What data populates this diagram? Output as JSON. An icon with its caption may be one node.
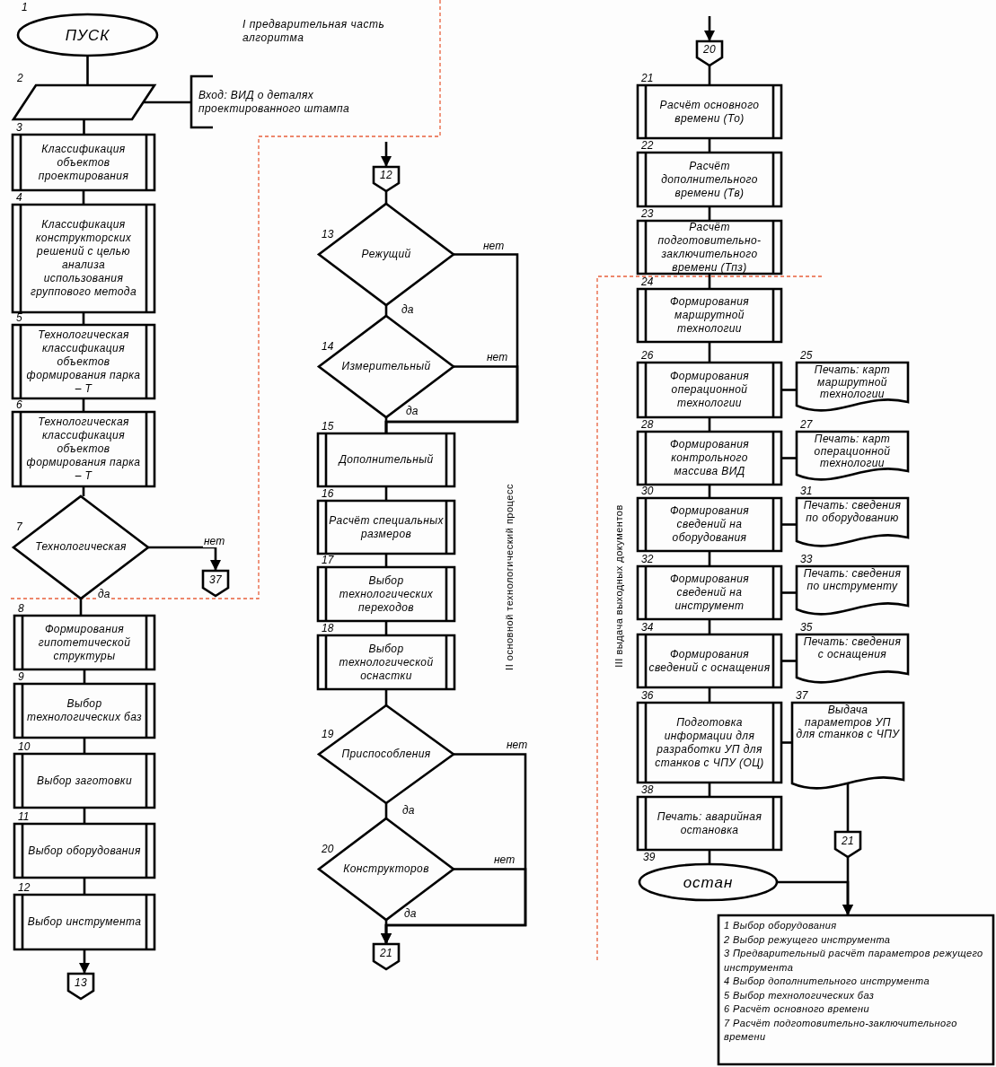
{
  "diagram": {
    "nodes": [
      {
        "text": [
          "ПУСК"
        ],
        "beside": [
          "1"
        ]
      },
      {
        "text": [],
        "shape": "parallelogram",
        "beside": [
          "2"
        ]
      },
      {
        "text": [
          "Вход: ВИД о деталях проектированного штампа"
        ]
      },
      {
        "text": [
          "Классификация объектов проектирования"
        ],
        "beside": [
          "3"
        ]
      },
      {
        "text": [
          "Классификация конструкторских решений с целью анализа использования группового метода"
        ],
        "beside": [
          "4"
        ]
      },
      {
        "text": [
          "Технологическая классификация объектов формирования парка – Т"
        ],
        "beside": [
          "5"
        ]
      },
      {
        "text": [
          "Технологическая классификация объектов формирования парка – Т"
        ],
        "beside": [
          "6"
        ]
      },
      {
        "text": [
          "Технологическая"
        ],
        "beside": [
          "7"
        ]
      },
      {
        "text": [
          "37"
        ]
      },
      {
        "text": [
          "Формирования гипотетической структуры"
        ],
        "beside": [
          "8"
        ]
      },
      {
        "text": [
          "Выбор технологических баз"
        ],
        "beside": [
          "9"
        ]
      },
      {
        "text": [
          "Выбор заготовки"
        ],
        "beside": [
          "10"
        ]
      },
      {
        "text": [
          "Выбор оборудования"
        ],
        "beside": [
          "11"
        ]
      },
      {
        "text": [
          "Выбор инструмента"
        ],
        "beside": [
          "12"
        ]
      },
      {
        "text": [
          "13"
        ]
      },
      {
        "text": [
          "12"
        ]
      },
      {
        "text": [
          "Режущий"
        ],
        "beside": [
          "13"
        ]
      },
      {
        "text": [
          "Измерительный"
        ],
        "beside": [
          "14"
        ]
      },
      {
        "text": [
          "Дополнительный"
        ],
        "beside": [
          "15"
        ]
      },
      {
        "text": [
          "Расчёт специальных размеров"
        ],
        "beside": [
          "16"
        ]
      },
      {
        "text": [
          "Выбор технологических переходов"
        ],
        "beside": [
          "17"
        ]
      },
      {
        "text": [
          "Выбор технологической оснастки"
        ],
        "beside": [
          "18"
        ]
      },
      {
        "text": [
          "Приспособления"
        ],
        "beside": [
          "19"
        ]
      },
      {
        "text": [
          "Конструкторов"
        ],
        "beside": [
          "20"
        ]
      },
      {
        "text": [
          "21"
        ]
      },
      {
        "text": [
          "20"
        ]
      },
      {
        "text": [
          "Расчёт основного времени (То)"
        ],
        "beside": [
          "21"
        ]
      },
      {
        "text": [
          "Расчёт дополнительного времени (Тв)"
        ],
        "beside": [
          "22"
        ]
      },
      {
        "text": [
          "Расчёт подготовительно-заключительного времени (Тпз)"
        ],
        "beside": [
          "23"
        ]
      },
      {
        "text": [
          "Формирования маршрутной технологии"
        ],
        "beside": [
          "24"
        ]
      },
      {
        "text": [
          "Формирования операционной технологии"
        ],
        "beside": [
          "26"
        ]
      },
      {
        "text": [
          "Печать: карт маршрутной технологии"
        ],
        "beside": [
          "25"
        ]
      },
      {
        "text": [
          "Формирования контрольного массива ВИД"
        ],
        "beside": [
          "28"
        ]
      },
      {
        "text": [
          "Печать: карт операционной технологии"
        ],
        "beside": [
          "27"
        ]
      },
      {
        "text": [
          "Формирования сведений на оборудования"
        ],
        "beside": [
          "30"
        ]
      },
      {
        "text": [
          "Печать: сведения по оборудованию"
        ],
        "beside": [
          "31"
        ]
      },
      {
        "text": [
          "Формирования сведений на инструмент"
        ],
        "beside": [
          "32"
        ]
      },
      {
        "text": [
          "Печать: сведения по инструменту"
        ],
        "beside": [
          "33"
        ]
      },
      {
        "text": [
          "Формирования сведений с оснащения"
        ],
        "beside": [
          "34"
        ]
      },
      {
        "text": [
          "Печать: сведения с оснащения"
        ],
        "beside": [
          "35"
        ]
      },
      {
        "text": [
          "Подготовка информации для разработки УП для станков с ЧПУ (ОЦ)"
        ],
        "beside": [
          "36"
        ]
      },
      {
        "text": [
          "Выдача параметров УП для станков с ЧПУ"
        ],
        "beside": [
          "37"
        ]
      },
      {
        "text": [
          "Печать: аварийная остановка"
        ],
        "beside": [
          "38"
        ]
      },
      {
        "text": [
          "остан"
        ],
        "beside": [
          "39"
        ]
      },
      {
        "text": [
          "21"
        ]
      },
      {
        "text": [
          "1 Выбор оборудования",
          "2 Выбор режущего инструмента",
          "3 Предварительный расчёт параметров режущего инструмента",
          "4 Выбор дополнительного инструмента",
          "5 Выбор технологических баз",
          "6 Расчёт основного времени",
          "7 Расчёт подготовительно-заключительного времени"
        ]
      }
    ],
    "edges": [
      {
        "from": 0,
        "to": 1,
        "arrow": "none"
      },
      {
        "from": 1,
        "to": 2,
        "arrow": "none"
      },
      {
        "from": 1,
        "to": 3,
        "arrow": "none"
      },
      {
        "from": 3,
        "to": 4,
        "arrow": "none"
      },
      {
        "from": 4,
        "to": 5,
        "arrow": "none"
      },
      {
        "from": 5,
        "to": 6,
        "arrow": "none"
      },
      {
        "from": 6,
        "to": 7,
        "arrow": "none"
      },
      {
        "from": 7,
        "to": 8,
        "arrow": "to",
        "label": "нет"
      },
      {
        "from": 7,
        "to": 9,
        "arrow": "none",
        "label": "да"
      },
      {
        "from": 9,
        "to": 10,
        "arrow": "none"
      },
      {
        "from": 10,
        "to": 11,
        "arrow": "none"
      },
      {
        "from": 11,
        "to": 12,
        "arrow": "none"
      },
      {
        "from": 12,
        "to": 13,
        "arrow": "none"
      },
      {
        "from": 13,
        "to": 14,
        "arrow": "to"
      },
      {
        "from": null,
        "to": 15,
        "arrow": "to"
      },
      {
        "from": 15,
        "to": 16,
        "arrow": "none"
      },
      {
        "from": 16,
        "to": 17,
        "arrow": "none",
        "label": "да"
      },
      {
        "from": 16,
        "to": 18,
        "arrow": "none",
        "label": "нет"
      },
      {
        "from": 17,
        "to": 18,
        "arrow": "none",
        "label": "нет"
      },
      {
        "from": 17,
        "to": 18,
        "arrow": "none",
        "label": "да"
      },
      {
        "from": 18,
        "to": 19,
        "arrow": "none"
      },
      {
        "from": 19,
        "to": 20,
        "arrow": "none"
      },
      {
        "from": 20,
        "to": 21,
        "arrow": "none"
      },
      {
        "from": 21,
        "to": 22,
        "arrow": "none"
      },
      {
        "from": 22,
        "to": 23,
        "arrow": "none",
        "label": "да"
      },
      {
        "from": 22,
        "to": 24,
        "arrow": "to",
        "label": "нет"
      },
      {
        "from": 23,
        "to": 24,
        "arrow": "to",
        "label": "нет"
      },
      {
        "from": 23,
        "to": 24,
        "arrow": "to",
        "label": "да"
      },
      {
        "from": null,
        "to": 25,
        "arrow": "to"
      },
      {
        "from": 25,
        "to": 26,
        "arrow": "none"
      },
      {
        "from": 26,
        "to": 27,
        "arrow": "none"
      },
      {
        "from": 27,
        "to": 28,
        "arrow": "none"
      },
      {
        "from": 28,
        "to": 29,
        "arrow": "none"
      },
      {
        "from": 29,
        "to": 30,
        "arrow": "none"
      },
      {
        "from": 30,
        "to": 31,
        "arrow": "none"
      },
      {
        "from": 30,
        "to": 32,
        "arrow": "none"
      },
      {
        "from": 32,
        "to": 33,
        "arrow": "none"
      },
      {
        "from": 32,
        "to": 34,
        "arrow": "none"
      },
      {
        "from": 34,
        "to": 35,
        "arrow": "none"
      },
      {
        "from": 34,
        "to": 36,
        "arrow": "none"
      },
      {
        "from": 36,
        "to": 37,
        "arrow": "none"
      },
      {
        "from": 36,
        "to": 38,
        "arrow": "none"
      },
      {
        "from": 38,
        "to": 39,
        "arrow": "none"
      },
      {
        "from": 38,
        "to": 40,
        "arrow": "none"
      },
      {
        "from": 40,
        "to": 41,
        "arrow": "none"
      },
      {
        "from": 40,
        "to": 42,
        "arrow": "none"
      },
      {
        "from": 42,
        "to": 43,
        "arrow": "none"
      },
      {
        "from": 41,
        "to": 44,
        "arrow": "none"
      },
      {
        "from": 44,
        "to": 45,
        "arrow": "to"
      },
      {
        "from": 43,
        "to": 45,
        "arrow": "to"
      }
    ],
    "labels": [
      "I предварительная часть алгоритма",
      "II основной технологический процесс",
      "III выдача выходных документов"
    ]
  }
}
